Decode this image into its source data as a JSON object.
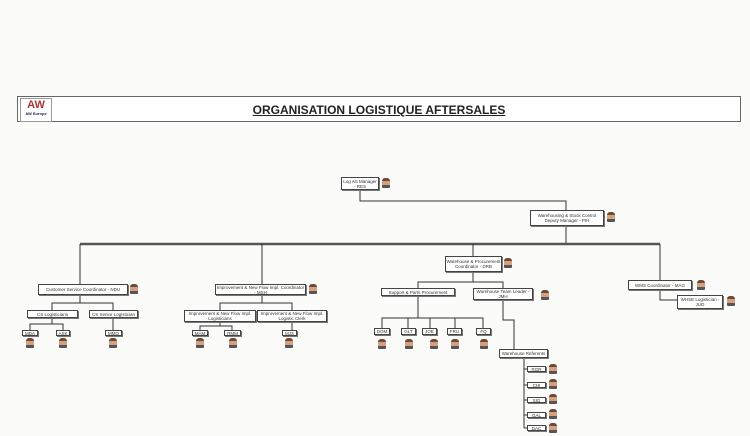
{
  "header": {
    "logo_text": "AW",
    "logo_sub": "AW Europe",
    "title": "ORGANISATION LOGISTIQUE AFTERSALES"
  },
  "nodes": {
    "log_as_manager": "Log AS Manager - RES",
    "warehousing": "Warehousing & Stock Control Deputy Manager - PIH",
    "customer_service": "Customer Service Coordinator - NDU",
    "cs_logisticians": "CS Logisticians",
    "cs_senior": "CS Senior Logistician",
    "improvement": "Improvement & New Flow Impl. Coordinator - MSH",
    "imp_logisticians": "Improvement & New Flow Impl. Logisticians",
    "imp_clerk": "Improvement & New Flow Impl. Logistic Clerk",
    "warehouse_procurement": "Warehouse & Procurement Coordinator - DRB",
    "support_parts": "Support & Parts Procurement",
    "team_leader": "Warehouse Team Leader - JMH",
    "warehouse_referents": "Warehouse Referents",
    "wms": "WMS Coordinator - MAG",
    "whse_logistician": "WHSE Logistician - JUD"
  },
  "leaves": {
    "cs": [
      "MDA",
      "ASK",
      "MMO"
    ],
    "imp": [
      "MAM",
      "RMM",
      "MJS"
    ],
    "support": [
      "DOM",
      "GLT",
      "JOE",
      "FRU",
      "FQ"
    ],
    "referents": [
      "RGR",
      "CHI",
      "SIG",
      "GAL",
      "DAC"
    ]
  }
}
